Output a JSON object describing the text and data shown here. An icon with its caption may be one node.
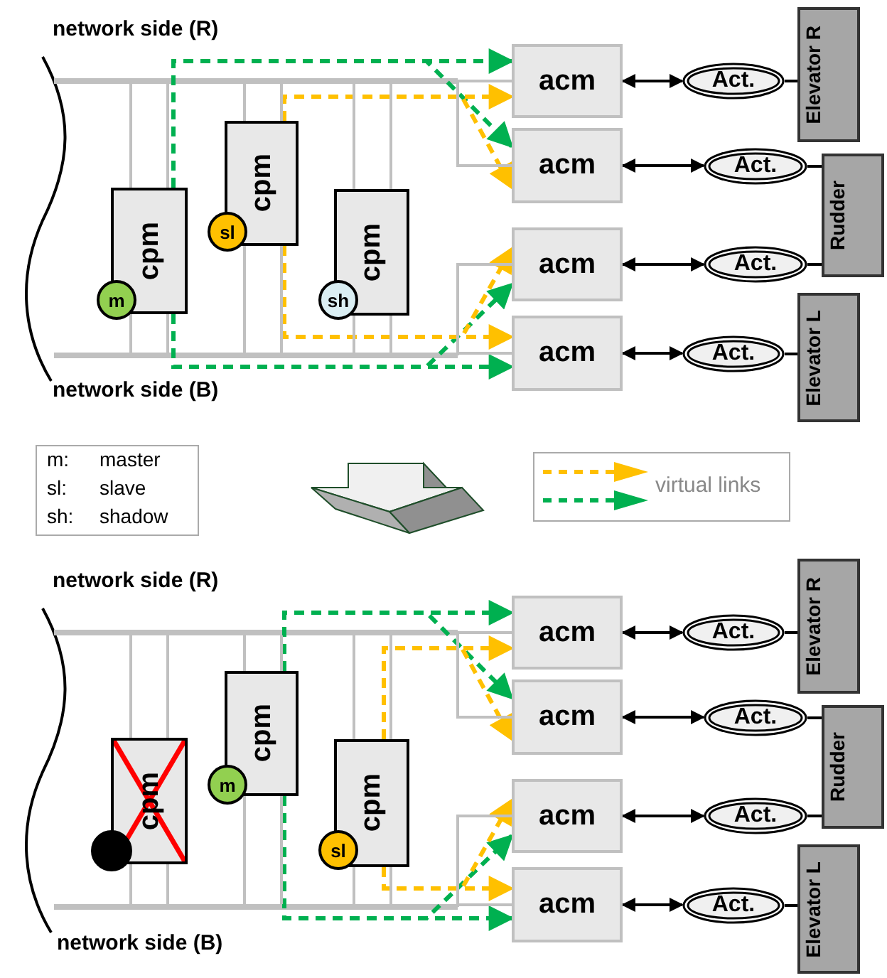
{
  "diagram": {
    "nodes": [
      {
        "text": [
          "cpm"
        ]
      },
      {
        "text": [
          "m"
        ]
      },
      {
        "text": [
          "cpm"
        ]
      },
      {
        "text": [
          "sl"
        ]
      },
      {
        "text": [
          "cpm"
        ]
      },
      {
        "text": [
          "sh"
        ]
      },
      {
        "text": [
          "acm"
        ]
      },
      {
        "text": [
          "acm"
        ]
      },
      {
        "text": [
          "acm"
        ]
      },
      {
        "text": [
          "acm"
        ]
      },
      {
        "text": [
          "Act."
        ]
      },
      {
        "text": [
          "Act."
        ]
      },
      {
        "text": [
          "Act."
        ]
      },
      {
        "text": [
          "Act."
        ]
      },
      {
        "text": [
          "Elevator R"
        ]
      },
      {
        "text": [
          "Rudder"
        ]
      },
      {
        "text": [
          "Elevator L"
        ]
      },
      {
        "text": [
          "cpm"
        ]
      },
      {
        "text": [],
        "shape": "circle"
      },
      {
        "text": [
          "cpm"
        ]
      },
      {
        "text": [
          "m"
        ]
      },
      {
        "text": [
          "cpm"
        ]
      },
      {
        "text": [
          "sl"
        ]
      },
      {
        "text": [
          "acm"
        ]
      },
      {
        "text": [
          "acm"
        ]
      },
      {
        "text": [
          "acm"
        ]
      },
      {
        "text": [
          "acm"
        ]
      },
      {
        "text": [
          "Act."
        ]
      },
      {
        "text": [
          "Act."
        ]
      },
      {
        "text": [
          "Act."
        ]
      },
      {
        "text": [
          "Act."
        ]
      },
      {
        "text": [
          "Elevator R"
        ]
      },
      {
        "text": [
          "Rudder"
        ]
      },
      {
        "text": [
          "Elevator L"
        ]
      },
      {
        "text": [],
        "shape": "bar"
      },
      {
        "text": [],
        "shape": "bar"
      },
      {
        "text": [],
        "shape": "bar"
      },
      {
        "text": [],
        "shape": "bar"
      }
    ],
    "edges": [
      {
        "from": 0,
        "to": 6,
        "arrow": "to",
        "style": "dashed",
        "color": "#00b050"
      },
      {
        "from": 0,
        "to": 7,
        "arrow": "to",
        "style": "dashed",
        "color": "#00b050"
      },
      {
        "from": 0,
        "to": 8,
        "arrow": "to",
        "style": "dashed",
        "color": "#00b050"
      },
      {
        "from": 0,
        "to": 9,
        "arrow": "to",
        "style": "dashed",
        "color": "#00b050"
      },
      {
        "from": 2,
        "to": 6,
        "arrow": "to",
        "style": "dashed",
        "color": "#ffc000"
      },
      {
        "from": 2,
        "to": 7,
        "arrow": "to",
        "style": "dashed",
        "color": "#ffc000"
      },
      {
        "from": 2,
        "to": 8,
        "arrow": "to",
        "style": "dashed",
        "color": "#ffc000"
      },
      {
        "from": 2,
        "to": 9,
        "arrow": "to",
        "style": "dashed",
        "color": "#ffc000"
      },
      {
        "from": 6,
        "to": 10,
        "arrow": "both",
        "color": "#000000"
      },
      {
        "from": 7,
        "to": 11,
        "arrow": "both",
        "color": "#000000"
      },
      {
        "from": 8,
        "to": 12,
        "arrow": "both",
        "color": "#000000"
      },
      {
        "from": 9,
        "to": 13,
        "arrow": "both",
        "color": "#000000"
      },
      {
        "from": 10,
        "to": 14,
        "arrow": "none",
        "color": "#000000"
      },
      {
        "from": 11,
        "to": 15,
        "arrow": "none",
        "color": "#000000"
      },
      {
        "from": 12,
        "to": 15,
        "arrow": "none",
        "color": "#000000"
      },
      {
        "from": 13,
        "to": 16,
        "arrow": "none",
        "color": "#000000"
      },
      {
        "from": 19,
        "to": 23,
        "arrow": "to",
        "style": "dashed",
        "color": "#00b050"
      },
      {
        "from": 19,
        "to": 24,
        "arrow": "to",
        "style": "dashed",
        "color": "#00b050"
      },
      {
        "from": 19,
        "to": 25,
        "arrow": "to",
        "style": "dashed",
        "color": "#00b050"
      },
      {
        "from": 19,
        "to": 26,
        "arrow": "to",
        "style": "dashed",
        "color": "#00b050"
      },
      {
        "from": 21,
        "to": 23,
        "arrow": "to",
        "style": "dashed",
        "color": "#ffc000"
      },
      {
        "from": 21,
        "to": 24,
        "arrow": "to",
        "style": "dashed",
        "color": "#ffc000"
      },
      {
        "from": 21,
        "to": 25,
        "arrow": "to",
        "style": "dashed",
        "color": "#ffc000"
      },
      {
        "from": 21,
        "to": 26,
        "arrow": "to",
        "style": "dashed",
        "color": "#ffc000"
      },
      {
        "from": 23,
        "to": 27,
        "arrow": "both",
        "color": "#000000"
      },
      {
        "from": 24,
        "to": 28,
        "arrow": "both",
        "color": "#000000"
      },
      {
        "from": 25,
        "to": 29,
        "arrow": "both",
        "color": "#000000"
      },
      {
        "from": 26,
        "to": 30,
        "arrow": "both",
        "color": "#000000"
      },
      {
        "from": 27,
        "to": 31,
        "arrow": "none",
        "color": "#000000"
      },
      {
        "from": 28,
        "to": 32,
        "arrow": "none",
        "color": "#000000"
      },
      {
        "from": 29,
        "to": 32,
        "arrow": "none",
        "color": "#000000"
      },
      {
        "from": 30,
        "to": 33,
        "arrow": "none",
        "color": "#000000"
      },
      {
        "from": 34,
        "to": 6,
        "arrow": "none"
      },
      {
        "from": 34,
        "to": 7,
        "arrow": "none"
      },
      {
        "from": 35,
        "to": 8,
        "arrow": "none"
      },
      {
        "from": 35,
        "to": 9,
        "arrow": "none"
      },
      {
        "from": 34,
        "to": 0,
        "arrow": "none"
      },
      {
        "from": 34,
        "to": 0,
        "arrow": "none"
      },
      {
        "from": 0,
        "to": 35,
        "arrow": "none"
      },
      {
        "from": 0,
        "to": 35,
        "arrow": "none"
      },
      {
        "from": 34,
        "to": 2,
        "arrow": "none"
      },
      {
        "from": 34,
        "to": 2,
        "arrow": "none"
      },
      {
        "from": 2,
        "to": 35,
        "arrow": "none"
      },
      {
        "from": 2,
        "to": 35,
        "arrow": "none"
      },
      {
        "from": 34,
        "to": 4,
        "arrow": "none"
      },
      {
        "from": 34,
        "to": 4,
        "arrow": "none"
      },
      {
        "from": 4,
        "to": 35,
        "arrow": "none"
      },
      {
        "from": 4,
        "to": 35,
        "arrow": "none"
      },
      {
        "from": 36,
        "to": 23,
        "arrow": "none"
      },
      {
        "from": 36,
        "to": 24,
        "arrow": "none"
      },
      {
        "from": 37,
        "to": 25,
        "arrow": "none"
      },
      {
        "from": 37,
        "to": 26,
        "arrow": "none"
      },
      {
        "from": 36,
        "to": 17,
        "arrow": "none"
      },
      {
        "from": 36,
        "to": 17,
        "arrow": "none"
      },
      {
        "from": 17,
        "to": 37,
        "arrow": "none"
      },
      {
        "from": 17,
        "to": 37,
        "arrow": "none"
      },
      {
        "from": 36,
        "to": 19,
        "arrow": "none"
      },
      {
        "from": 36,
        "to": 19,
        "arrow": "none"
      },
      {
        "from": 19,
        "to": 37,
        "arrow": "none"
      },
      {
        "from": 19,
        "to": 37,
        "arrow": "none"
      },
      {
        "from": 36,
        "to": 21,
        "arrow": "none"
      },
      {
        "from": 36,
        "to": 21,
        "arrow": "none"
      },
      {
        "from": 21,
        "to": 37,
        "arrow": "none"
      },
      {
        "from": 21,
        "to": 37,
        "arrow": "none"
      }
    ],
    "labels": [
      "network side (R)",
      "network side (B)",
      "m:",
      "master",
      "sl:",
      "slave",
      "sh:",
      "shadow",
      "network side (R)",
      "network side (B)"
    ],
    "legend": [
      {
        "text": "virtual links"
      }
    ]
  }
}
